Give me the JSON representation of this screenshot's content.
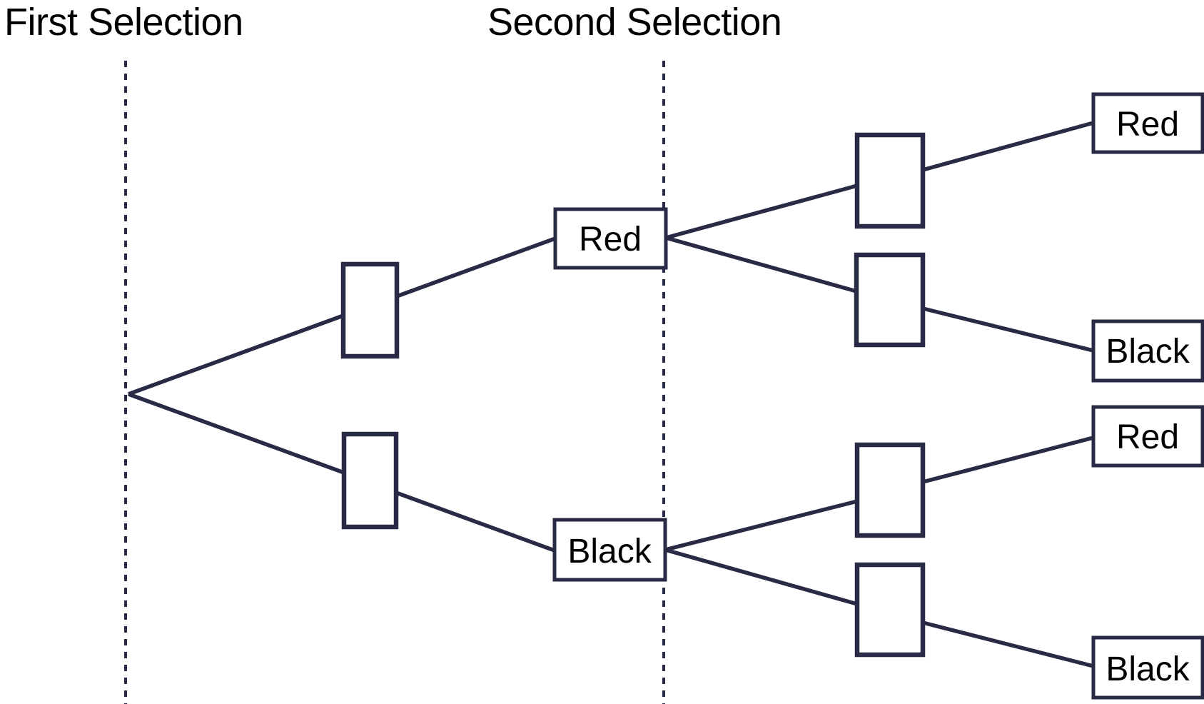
{
  "diagram": {
    "type": "probability-tree",
    "line_color": "#282a46",
    "text_color": "#000000",
    "box_fill": "#ffffff",
    "columns": [
      {
        "title": "First Selection"
      },
      {
        "title": "Second Selection"
      }
    ],
    "first_selection": {
      "branches": [
        {
          "probability_box_value": "",
          "label": "Red"
        },
        {
          "probability_box_value": "",
          "label": "Black"
        }
      ]
    },
    "second_selection": {
      "branches": [
        {
          "from": "Red",
          "probability_box_value": "",
          "label": "Red"
        },
        {
          "from": "Red",
          "probability_box_value": "",
          "label": "Black"
        },
        {
          "from": "Black",
          "probability_box_value": "",
          "label": "Red"
        },
        {
          "from": "Black",
          "probability_box_value": "",
          "label": "Black"
        }
      ]
    }
  }
}
